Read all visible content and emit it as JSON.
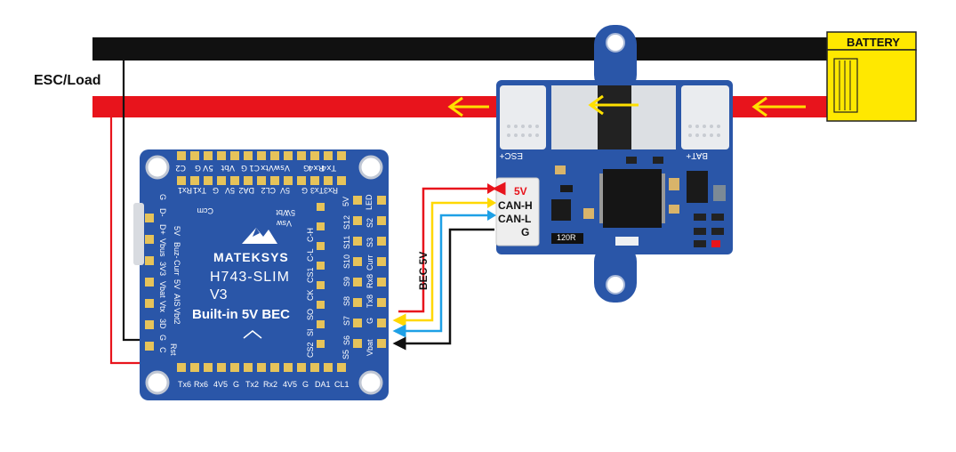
{
  "labels": {
    "esc_load": "ESC/Load",
    "battery": "BATTERY",
    "bec_5v": "BEC 5V"
  },
  "fc_board": {
    "brand": "MATEKSYS",
    "model": "H743-SLIM",
    "version": "V3",
    "feature": "Built-in 5V BEC",
    "top_pins": [
      "C2",
      "G",
      "5V",
      "Vbt",
      "G",
      "C1",
      "Vtx",
      "Vsw",
      "G",
      "Rx4",
      "Tx4"
    ],
    "top_inner_pins": [
      "Rx1",
      "Tx1",
      "G",
      "5V",
      "DA2",
      "CL2",
      "5V",
      "G",
      "Tx3",
      "Rx3"
    ],
    "bottom_pins": [
      "Tx6",
      "Rx6",
      "4V5",
      "G",
      "Tx2",
      "Rx2",
      "4V5",
      "G",
      "DA1",
      "CL1"
    ],
    "right_pins": [
      "5V",
      "S12",
      "S11",
      "S10",
      "S9",
      "S8",
      "S7",
      "S6",
      "S5"
    ],
    "right_side_pins": [
      "LED",
      "S2",
      "S3",
      "Curr",
      "Rx8",
      "Tx8",
      "G",
      "Vbat"
    ],
    "left_pins": [
      "G",
      "D-",
      "D+",
      "Vbus",
      "3V3",
      "Vbat",
      "Vtx",
      "3D",
      "G",
      "C"
    ],
    "left_labels": [
      "5V",
      "Buz-",
      "Curr",
      "5V",
      "AIS",
      "Vbt2"
    ],
    "mid_pins": [
      "C-H",
      "C-L",
      "CS1",
      "CK",
      "SO",
      "SI",
      "CS2"
    ],
    "inner_labels": [
      "Ccm",
      "Vbt",
      "5V",
      "Vsw"
    ],
    "rst": "Rst"
  },
  "pm_board": {
    "esc_label": "ESC+",
    "bat_label": "BAT+",
    "connector": {
      "pins": [
        "5V",
        "CAN-H",
        "CAN-L",
        "G"
      ]
    },
    "resistor": "120R"
  },
  "colors": {
    "wire_red": "#e8141c",
    "wire_black": "#111111",
    "wire_yellow": "#ffe600",
    "wire_blue": "#1ea0e6",
    "board_blue": "#2a56a8",
    "pad_gold": "#e6c35a",
    "battery_yellow": "#ffe800",
    "arrow_yellow": "#ffe000"
  }
}
